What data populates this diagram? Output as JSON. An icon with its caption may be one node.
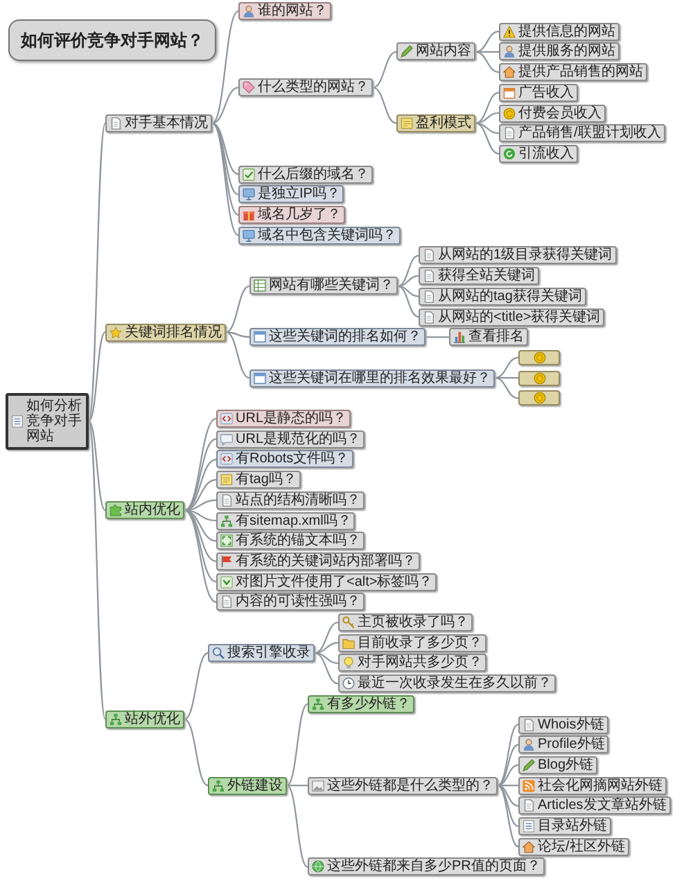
{
  "diagram": {
    "title": "如何评价竞争对手网站？",
    "nodes": [
      {
        "text": [
          "如何分析竞争对手网站"
        ]
      },
      {
        "text": [
          "对手基本情况"
        ]
      },
      {
        "text": [
          "谁的网站？"
        ]
      },
      {
        "text": [
          "什么类型的网站？"
        ]
      },
      {
        "text": [
          "网站内容"
        ]
      },
      {
        "text": [
          "提供信息的网站"
        ]
      },
      {
        "text": [
          "提供服务的网站"
        ]
      },
      {
        "text": [
          "提供产品销售的网站"
        ]
      },
      {
        "text": [
          "盈利模式"
        ]
      },
      {
        "text": [
          "广告收入"
        ]
      },
      {
        "text": [
          "付费会员收入"
        ]
      },
      {
        "text": [
          "产品销售/联盟计划收入"
        ]
      },
      {
        "text": [
          "引流收入"
        ]
      },
      {
        "text": [
          "什么后缀的域名？"
        ]
      },
      {
        "text": [
          "是独立IP吗？"
        ]
      },
      {
        "text": [
          "域名几岁了？"
        ]
      },
      {
        "text": [
          "域名中包含关键词吗？"
        ]
      },
      {
        "text": [
          "关键词排名情况"
        ]
      },
      {
        "text": [
          "网站有哪些关键词？"
        ]
      },
      {
        "text": [
          "从网站的1级目录获得关键词"
        ]
      },
      {
        "text": [
          "获得全站关键词"
        ]
      },
      {
        "text": [
          "从网站的tag获得关键词"
        ]
      },
      {
        "text": [
          "从网站的<title>获得关键词"
        ]
      },
      {
        "text": [
          "这些关键词的排名如何？"
        ]
      },
      {
        "text": [
          "查看排名"
        ]
      },
      {
        "text": [
          "这些关键词在哪里的排名效果最好？"
        ]
      },
      {
        "text": [],
        "shape": "box"
      },
      {
        "text": [],
        "shape": "box"
      },
      {
        "text": [],
        "shape": "box"
      },
      {
        "text": [
          "站内优化"
        ]
      },
      {
        "text": [
          "URL是静态的吗？"
        ]
      },
      {
        "text": [
          "URL是规范化的吗？"
        ]
      },
      {
        "text": [
          "有Robots文件吗？"
        ]
      },
      {
        "text": [
          "有tag吗？"
        ]
      },
      {
        "text": [
          "站点的结构清晰吗？"
        ]
      },
      {
        "text": [
          "有sitemap.xml吗？"
        ]
      },
      {
        "text": [
          "有系统的锚文本吗？"
        ]
      },
      {
        "text": [
          "有系统的关键词站内部署吗？"
        ]
      },
      {
        "text": [
          "对图片文件使用了<alt>标签吗？"
        ]
      },
      {
        "text": [
          "内容的可读性强吗？"
        ]
      },
      {
        "text": [
          "站外优化"
        ]
      },
      {
        "text": [
          "搜索引擎收录"
        ]
      },
      {
        "text": [
          "主页被收录了吗？"
        ]
      },
      {
        "text": [
          "目前收录了多少页？"
        ]
      },
      {
        "text": [
          "对手网站共多少页？"
        ]
      },
      {
        "text": [
          "最近一次收录发生在多久以前？"
        ]
      },
      {
        "text": [
          "外链建设"
        ]
      },
      {
        "text": [
          "有多少外链？"
        ]
      },
      {
        "text": [
          "这些外链都是什么类型的？"
        ]
      },
      {
        "text": [
          "Whois外链"
        ]
      },
      {
        "text": [
          "Profile外链"
        ]
      },
      {
        "text": [
          "Blog外链"
        ]
      },
      {
        "text": [
          "社会化网摘网站外链"
        ]
      },
      {
        "text": [
          "Articles发文章站外链"
        ]
      },
      {
        "text": [
          "目录站外链"
        ]
      },
      {
        "text": [
          "论坛/社区外链"
        ]
      },
      {
        "text": [
          "这些外链都来自多少PR值的页面？"
        ]
      }
    ],
    "edges": [
      {
        "from": 0,
        "to": 1,
        "arrow": "none"
      },
      {
        "from": 1,
        "to": 2,
        "arrow": "none"
      },
      {
        "from": 1,
        "to": 3,
        "arrow": "none"
      },
      {
        "from": 3,
        "to": 4,
        "arrow": "none"
      },
      {
        "from": 4,
        "to": 5,
        "arrow": "none"
      },
      {
        "from": 4,
        "to": 6,
        "arrow": "none"
      },
      {
        "from": 4,
        "to": 7,
        "arrow": "none"
      },
      {
        "from": 3,
        "to": 8,
        "arrow": "none"
      },
      {
        "from": 8,
        "to": 9,
        "arrow": "none"
      },
      {
        "from": 8,
        "to": 10,
        "arrow": "none"
      },
      {
        "from": 8,
        "to": 11,
        "arrow": "none"
      },
      {
        "from": 8,
        "to": 12,
        "arrow": "none"
      },
      {
        "from": 1,
        "to": 13,
        "arrow": "none"
      },
      {
        "from": 1,
        "to": 14,
        "arrow": "none"
      },
      {
        "from": 1,
        "to": 15,
        "arrow": "none"
      },
      {
        "from": 1,
        "to": 16,
        "arrow": "none"
      },
      {
        "from": 0,
        "to": 17,
        "arrow": "none"
      },
      {
        "from": 17,
        "to": 18,
        "arrow": "none"
      },
      {
        "from": 18,
        "to": 19,
        "arrow": "none"
      },
      {
        "from": 18,
        "to": 20,
        "arrow": "none"
      },
      {
        "from": 18,
        "to": 21,
        "arrow": "none"
      },
      {
        "from": 18,
        "to": 22,
        "arrow": "none"
      },
      {
        "from": 17,
        "to": 23,
        "arrow": "none"
      },
      {
        "from": 23,
        "to": 24,
        "arrow": "none"
      },
      {
        "from": 17,
        "to": 25,
        "arrow": "none"
      },
      {
        "from": 25,
        "to": 26,
        "arrow": "none"
      },
      {
        "from": 25,
        "to": 27,
        "arrow": "none"
      },
      {
        "from": 25,
        "to": 28,
        "arrow": "none"
      },
      {
        "from": 0,
        "to": 29,
        "arrow": "none"
      },
      {
        "from": 29,
        "to": 30,
        "arrow": "none"
      },
      {
        "from": 29,
        "to": 31,
        "arrow": "none"
      },
      {
        "from": 29,
        "to": 32,
        "arrow": "none"
      },
      {
        "from": 29,
        "to": 33,
        "arrow": "none"
      },
      {
        "from": 29,
        "to": 34,
        "arrow": "none"
      },
      {
        "from": 29,
        "to": 35,
        "arrow": "none"
      },
      {
        "from": 29,
        "to": 36,
        "arrow": "none"
      },
      {
        "from": 29,
        "to": 37,
        "arrow": "none"
      },
      {
        "from": 29,
        "to": 38,
        "arrow": "none"
      },
      {
        "from": 29,
        "to": 39,
        "arrow": "none"
      },
      {
        "from": 0,
        "to": 40,
        "arrow": "none"
      },
      {
        "from": 40,
        "to": 41,
        "arrow": "none"
      },
      {
        "from": 41,
        "to": 42,
        "arrow": "none"
      },
      {
        "from": 41,
        "to": 43,
        "arrow": "none"
      },
      {
        "from": 41,
        "to": 44,
        "arrow": "none"
      },
      {
        "from": 41,
        "to": 45,
        "arrow": "none"
      },
      {
        "from": 40,
        "to": 46,
        "arrow": "none"
      },
      {
        "from": 46,
        "to": 47,
        "arrow": "none"
      },
      {
        "from": 46,
        "to": 48,
        "arrow": "none"
      },
      {
        "from": 48,
        "to": 49,
        "arrow": "none"
      },
      {
        "from": 48,
        "to": 50,
        "arrow": "none"
      },
      {
        "from": 48,
        "to": 51,
        "arrow": "none"
      },
      {
        "from": 48,
        "to": 52,
        "arrow": "none"
      },
      {
        "from": 48,
        "to": 53,
        "arrow": "none"
      },
      {
        "from": 48,
        "to": 54,
        "arrow": "none"
      },
      {
        "from": 48,
        "to": 55,
        "arrow": "none"
      },
      {
        "from": 46,
        "to": 56,
        "arrow": "none"
      }
    ]
  }
}
